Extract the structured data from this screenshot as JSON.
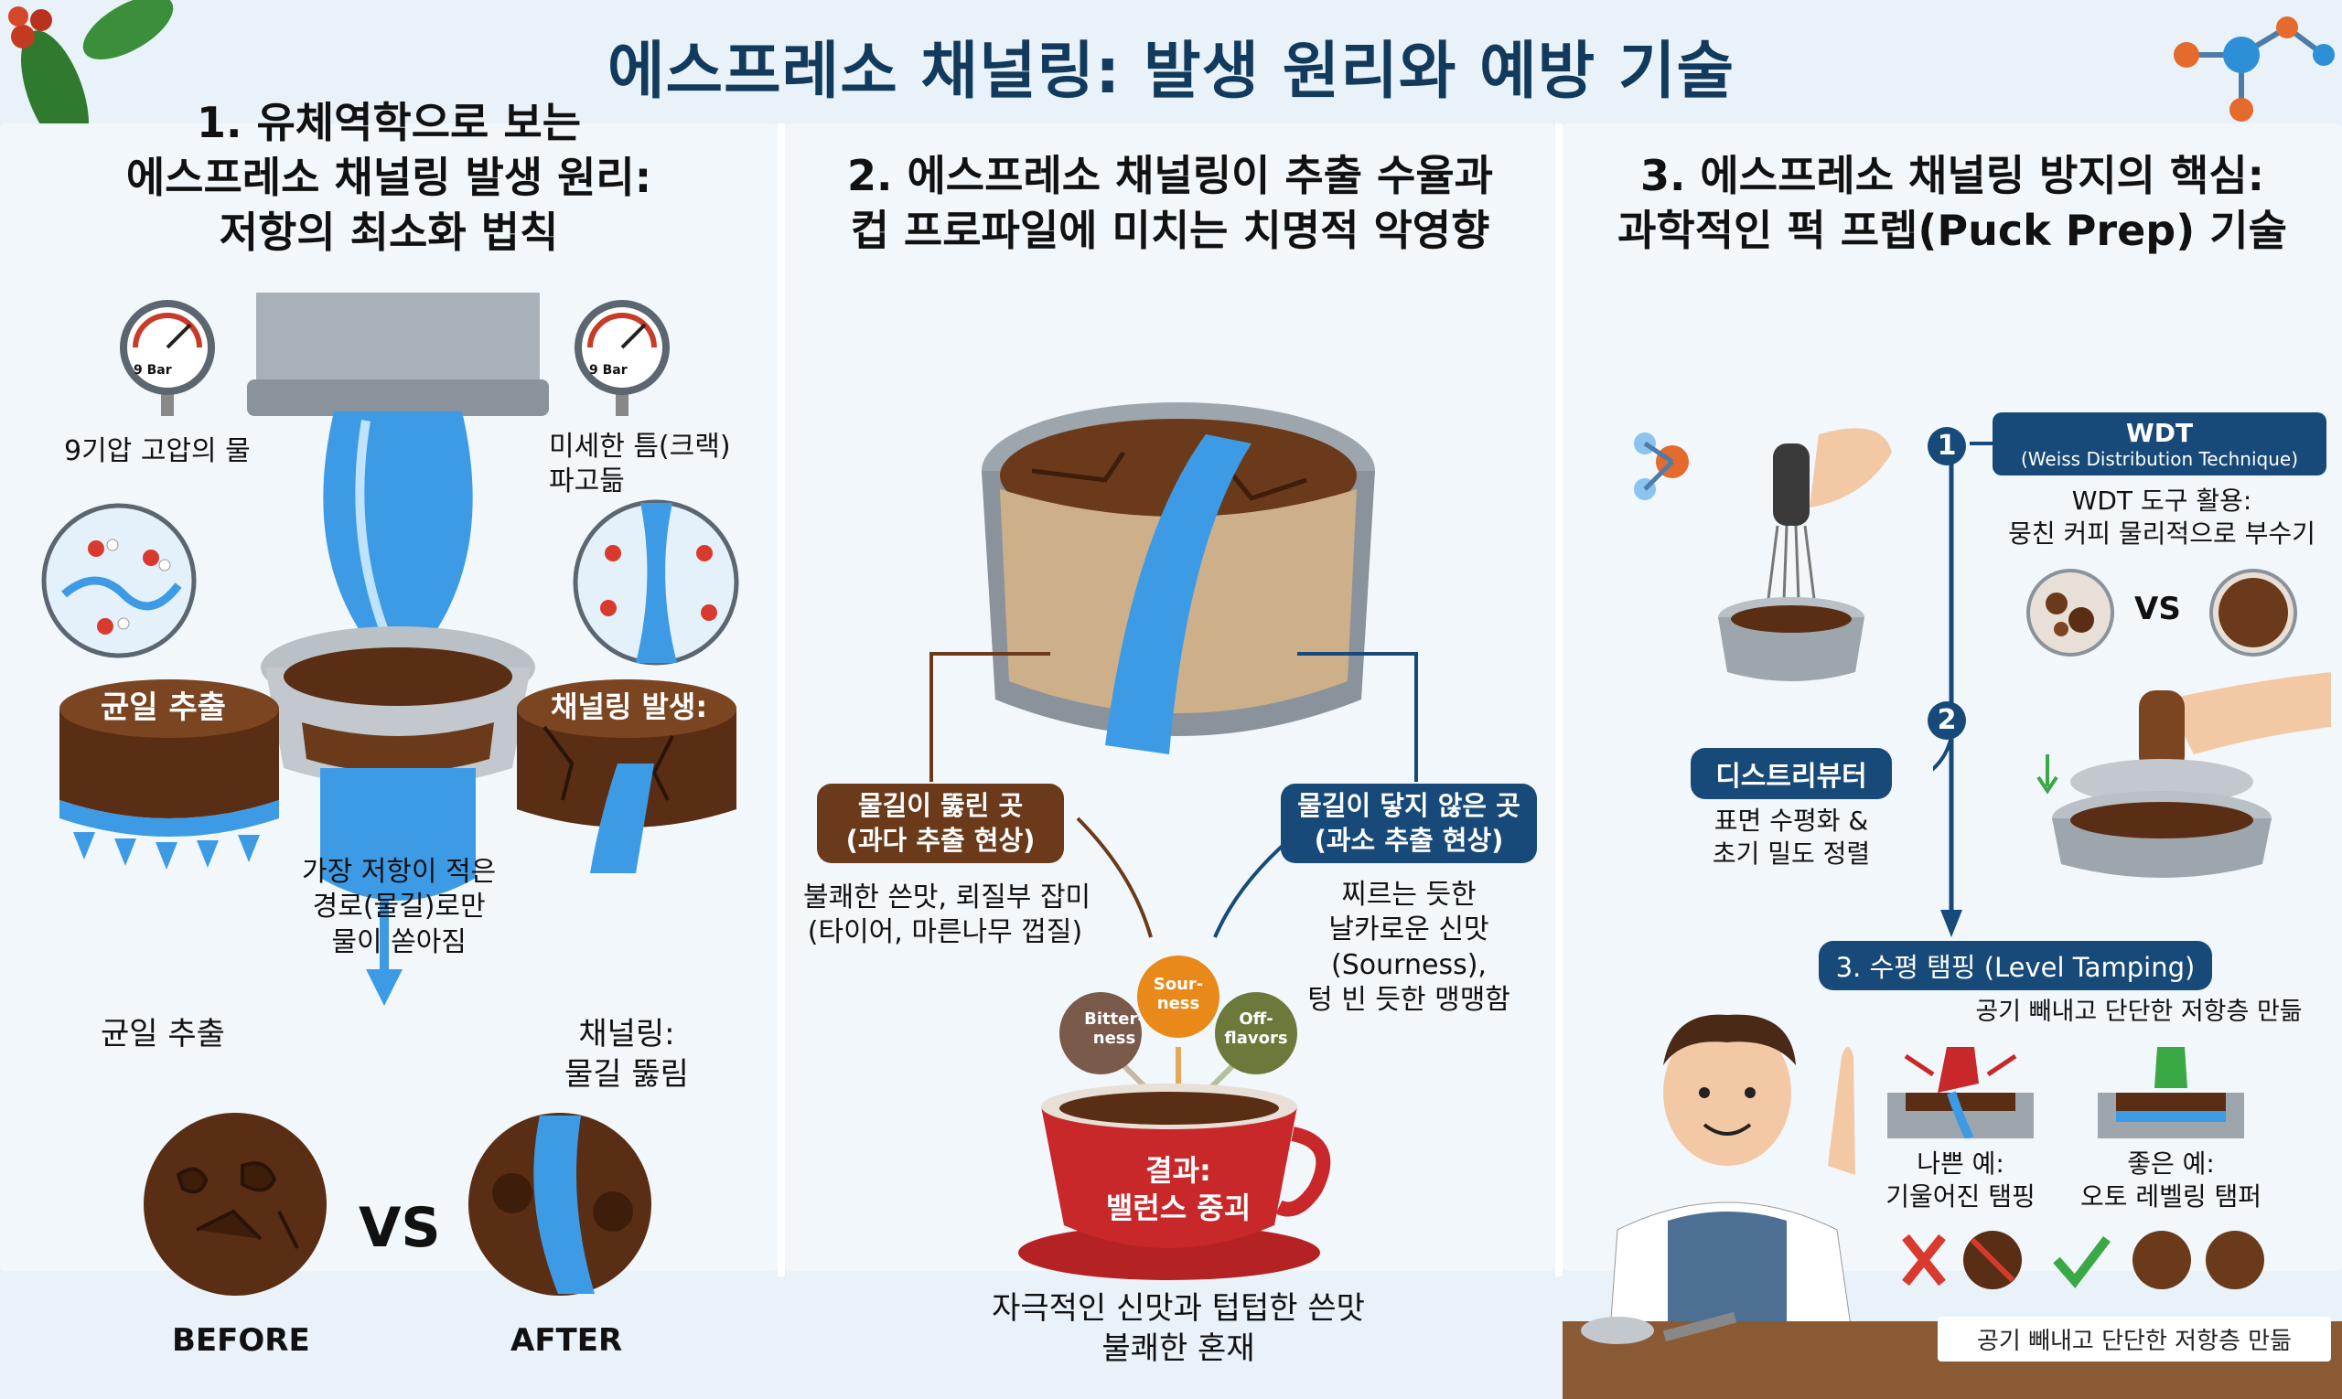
{
  "page_title": "에스프레소 채널링: 발생 원리와 예방 기술",
  "panel1": {
    "title_lines": [
      "1.  유체역학으로 보는",
      "에스프레소 채널링 발생 원리:",
      "저항의 최소화 법칙"
    ],
    "gauge_label": "9 Bar",
    "high_pressure_water": "9기압 고압의 물",
    "crack_lines": [
      "미세한 틈(크랙)",
      "파고듦"
    ],
    "uniform_badge": "균일 추출",
    "uniform_caption": "균일 추출",
    "channeling_badge": "채널링 발생:",
    "channeling_caption_lines": [
      "채널링:",
      "물길 뚫림"
    ],
    "least_resistance_lines": [
      "가장 저항이 적은",
      "경로(물길)로만",
      "물이 쏟아짐"
    ],
    "vs": "VS",
    "before": "BEFORE",
    "after": "AFTER"
  },
  "panel2": {
    "title_lines": [
      "2. 에스프레소 채널링이 추출 수율과",
      "컵 프로파일에 미치는 치명적 악영향"
    ],
    "over_box_lines": [
      "물길이 뚫린 곳",
      "(과다 추출 현상)"
    ],
    "over_desc_lines": [
      "불쾌한 쓴맛, 뢰질부 잡미",
      "(타이어, 마른나무 껍질)"
    ],
    "under_box_lines": [
      "물길이 닿지 않은 곳",
      "(과소 추출 현상)"
    ],
    "under_desc_lines": [
      "찌르는 듯한",
      "날카로운 신맛",
      "(Sourness),",
      "텅 빈 듯한 맹맹함"
    ],
    "bubbles": {
      "bitterness_lines": [
        "Bitter-",
        "ness"
      ],
      "sourness_lines": [
        "Sour-",
        "ness"
      ],
      "off_lines": [
        "Off-",
        "flavors"
      ]
    },
    "cup_result_lines": [
      "결과:",
      "밸런스 중괴"
    ],
    "bottom_lines": [
      "자극적인 신맛과 텁텁한 쓴맛",
      "불쾌한 혼재"
    ]
  },
  "panel3": {
    "title_lines": [
      "3. 에스프레소 채널링 방지의 핵심:",
      "과학적인 퍽 프렙(Puck Prep) 기술"
    ],
    "step1_num": "1",
    "wdt_title": "WDT",
    "wdt_sub": "(Weiss Distribution Technique)",
    "wdt_desc_lines": [
      "WDT 도구 활용:",
      "뭉친 커피 물리적으로 부수기"
    ],
    "vs": "VS",
    "step2_num": "2",
    "distributor_badge": "디스트리뷰터",
    "distributor_desc_lines": [
      "표면 수평화 &",
      "초기 밀도 정렬"
    ],
    "step3_title": "3.  수평 탬핑 (Level Tamping)",
    "step3_desc": "공기 빼내고  단단한 저항층 만듦",
    "bad_lines": [
      "나쁜 예:",
      "기울어진 탬핑"
    ],
    "good_lines": [
      "좋은 예:",
      "오토 레벨링 탬퍼"
    ],
    "bottom_banner": "공기 빼내고 단단한 저항층 만듦"
  },
  "colors": {
    "title_navy": "#123a5c",
    "water_blue": "#3d9be6",
    "coffee_brown": "#5a2e14",
    "over_brown": "#6b3a1a",
    "under_navy": "#174a78",
    "cup_red": "#c8282a",
    "check_green": "#3aa845",
    "cross_red": "#d83a2e"
  }
}
